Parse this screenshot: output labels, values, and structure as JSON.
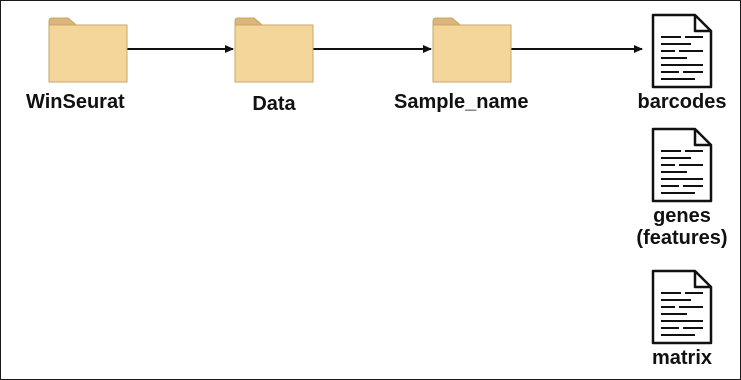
{
  "diagram": {
    "folders": [
      {
        "label": "WinSeurat"
      },
      {
        "label": "Data"
      },
      {
        "label": "Sample_name"
      }
    ],
    "files": [
      {
        "label_lines": [
          "barcodes"
        ]
      },
      {
        "label_lines": [
          "genes",
          "(features)"
        ]
      },
      {
        "label_lines": [
          "matrix"
        ]
      }
    ],
    "colors": {
      "folder_fill": "#f5d69a",
      "folder_tab": "#dcb57a",
      "folder_stroke": "#c9a56a",
      "arrow": "#111111",
      "file_stroke": "#111111"
    }
  }
}
